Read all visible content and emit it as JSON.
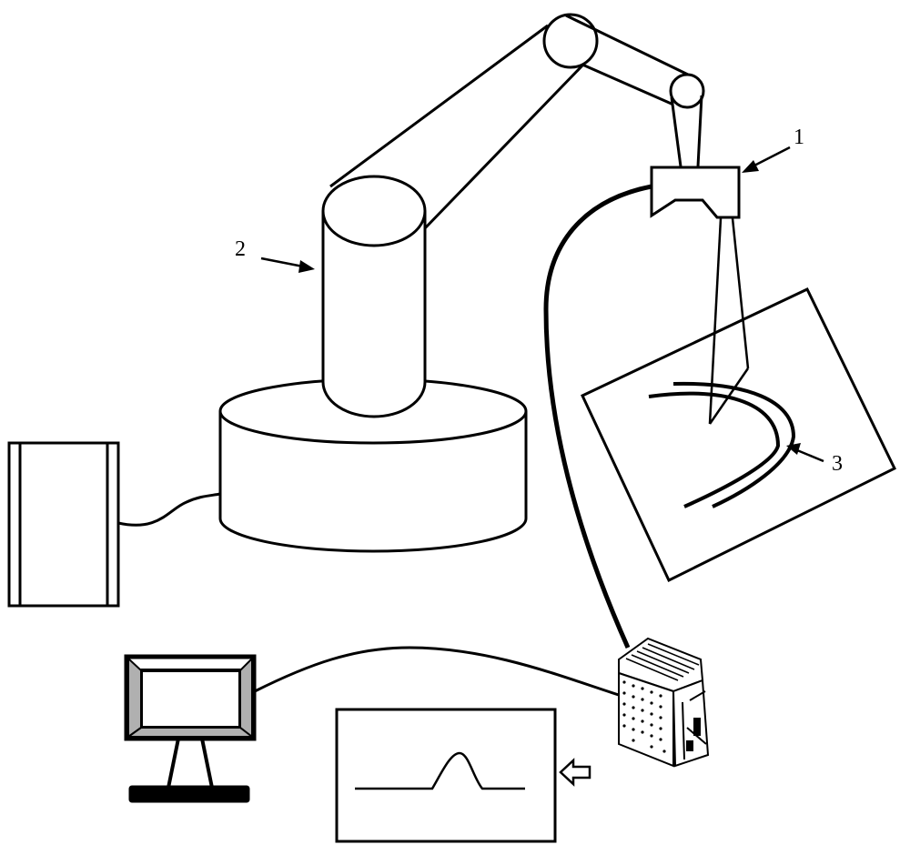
{
  "figure": {
    "labels": {
      "sensor": "1",
      "robot": "2",
      "weld_seam": "3"
    },
    "colors": {
      "line": "#000000",
      "background": "#ffffff",
      "bevel": "#b0b0b0"
    }
  }
}
